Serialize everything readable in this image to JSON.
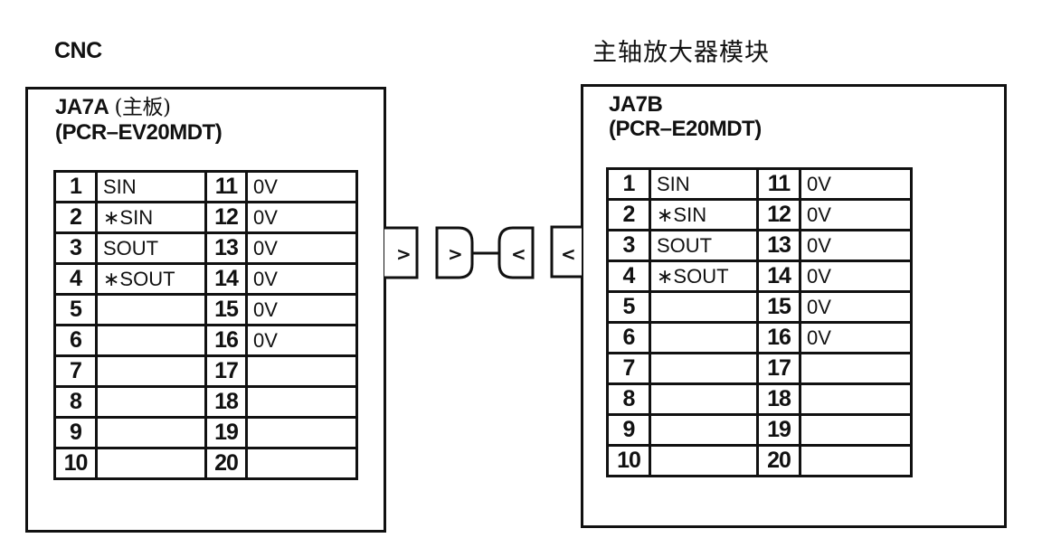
{
  "left_unit": {
    "title": "CNC",
    "connector_name": "JA7A",
    "connector_note": "(主板)",
    "connector_part": "(PCR–EV20MDT)",
    "pins_left": [
      {
        "num": "1",
        "signal": "SIN"
      },
      {
        "num": "2",
        "signal": "∗SIN"
      },
      {
        "num": "3",
        "signal": "SOUT"
      },
      {
        "num": "4",
        "signal": "∗SOUT"
      },
      {
        "num": "5",
        "signal": ""
      },
      {
        "num": "6",
        "signal": ""
      },
      {
        "num": "7",
        "signal": ""
      },
      {
        "num": "8",
        "signal": ""
      },
      {
        "num": "9",
        "signal": ""
      },
      {
        "num": "10",
        "signal": ""
      }
    ],
    "pins_right": [
      {
        "num": "11",
        "signal": "0V"
      },
      {
        "num": "12",
        "signal": "0V"
      },
      {
        "num": "13",
        "signal": "0V"
      },
      {
        "num": "14",
        "signal": "0V"
      },
      {
        "num": "15",
        "signal": "0V"
      },
      {
        "num": "16",
        "signal": "0V"
      },
      {
        "num": "17",
        "signal": ""
      },
      {
        "num": "18",
        "signal": ""
      },
      {
        "num": "19",
        "signal": ""
      },
      {
        "num": "20",
        "signal": ""
      }
    ]
  },
  "right_unit": {
    "title": "主轴放大器模块",
    "connector_name": "JA7B",
    "connector_part": "(PCR–E20MDT)",
    "pins_left": [
      {
        "num": "1",
        "signal": "SIN"
      },
      {
        "num": "2",
        "signal": "∗SIN"
      },
      {
        "num": "3",
        "signal": "SOUT"
      },
      {
        "num": "4",
        "signal": "∗SOUT"
      },
      {
        "num": "5",
        "signal": ""
      },
      {
        "num": "6",
        "signal": ""
      },
      {
        "num": "7",
        "signal": ""
      },
      {
        "num": "8",
        "signal": ""
      },
      {
        "num": "9",
        "signal": ""
      },
      {
        "num": "10",
        "signal": ""
      }
    ],
    "pins_right": [
      {
        "num": "11",
        "signal": "0V"
      },
      {
        "num": "12",
        "signal": "0V"
      },
      {
        "num": "13",
        "signal": "0V"
      },
      {
        "num": "14",
        "signal": "0V"
      },
      {
        "num": "15",
        "signal": "0V"
      },
      {
        "num": "16",
        "signal": "0V"
      },
      {
        "num": "17",
        "signal": ""
      },
      {
        "num": "18",
        "signal": ""
      },
      {
        "num": "19",
        "signal": ""
      },
      {
        "num": "20",
        "signal": ""
      }
    ]
  },
  "cable": {
    "left_receptacle_glyph": ">",
    "left_plug_glyph": ">",
    "right_plug_glyph": "<",
    "right_receptacle_glyph": "<"
  }
}
